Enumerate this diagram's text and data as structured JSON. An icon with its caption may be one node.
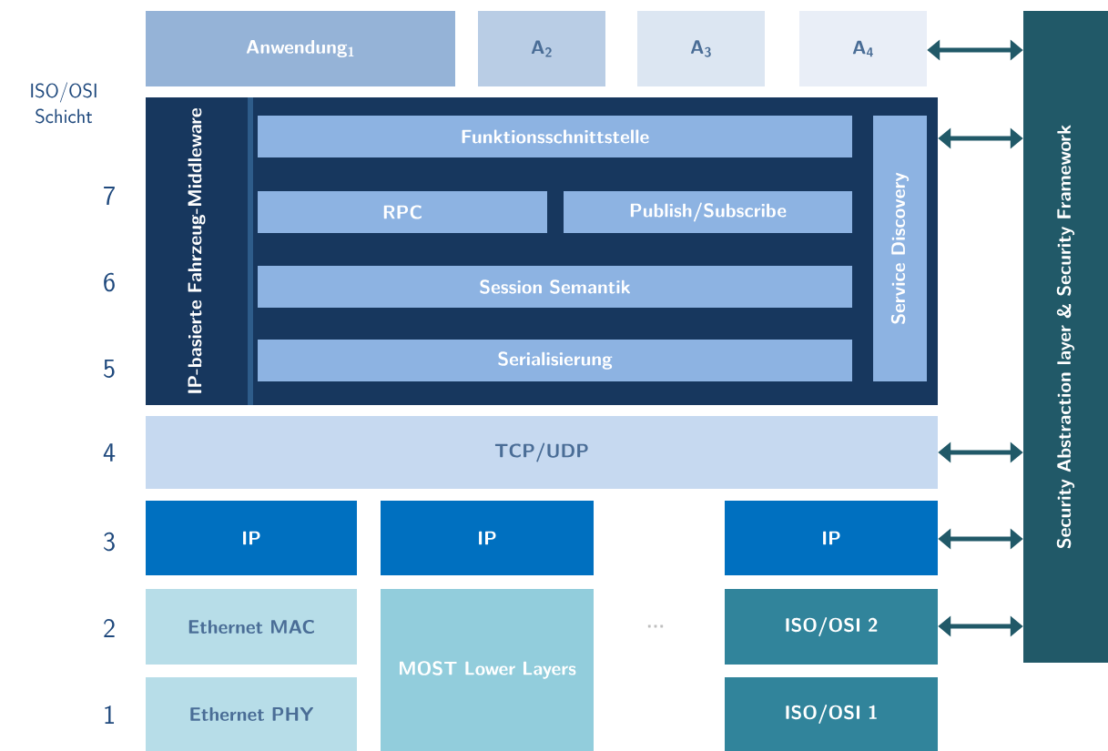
{
  "diagram": {
    "nodes": [
      {
        "text": [
          "Anwendung$_{1}$"
        ]
      },
      {
        "text": [
          "A$_{2}$"
        ]
      },
      {
        "text": [
          "A$_{3}$"
        ]
      },
      {
        "text": [
          "A$_{4}$"
        ]
      },
      {
        "text": [
          "IP-basierte Fahrzeug-Middleware"
        ]
      },
      {
        "text": [
          "Funktionsschnittstelle"
        ],
        "in": 4
      },
      {
        "text": [
          "RPC"
        ],
        "in": 4
      },
      {
        "text": [
          "Publish/Subscribe"
        ],
        "in": 4
      },
      {
        "text": [
          "Session Semantik"
        ],
        "in": 4
      },
      {
        "text": [
          "Serialisierung"
        ],
        "in": 4
      },
      {
        "text": [
          "Service Discovery"
        ],
        "in": 4
      },
      {
        "text": [
          "TCP/UDP"
        ]
      },
      {
        "text": [
          "IP"
        ]
      },
      {
        "text": [
          "IP"
        ]
      },
      {
        "text": [
          "IP"
        ]
      },
      {
        "text": [
          "Ethernet MAC"
        ]
      },
      {
        "text": [
          "Ethernet PHY"
        ]
      },
      {
        "text": [
          "MOST Lower Layers"
        ]
      },
      {
        "text": [
          "ISO/OSI 2"
        ]
      },
      {
        "text": [
          "ISO/OSI 1"
        ]
      },
      {
        "text": [
          "Security Abstraction layer & Security Framework"
        ]
      }
    ],
    "edges": [
      {
        "from": 3,
        "to": 20,
        "arrow": "both"
      },
      {
        "from": 4,
        "to": 20,
        "arrow": "both"
      },
      {
        "from": 11,
        "to": 20,
        "arrow": "both"
      },
      {
        "from": 14,
        "to": 20,
        "arrow": "both"
      },
      {
        "from": 18,
        "to": 20,
        "arrow": "both"
      }
    ],
    "labels": [
      "ISO/OSI Schicht",
      "7",
      "6",
      "5",
      "4",
      "3",
      "2",
      "1",
      "..."
    ]
  }
}
